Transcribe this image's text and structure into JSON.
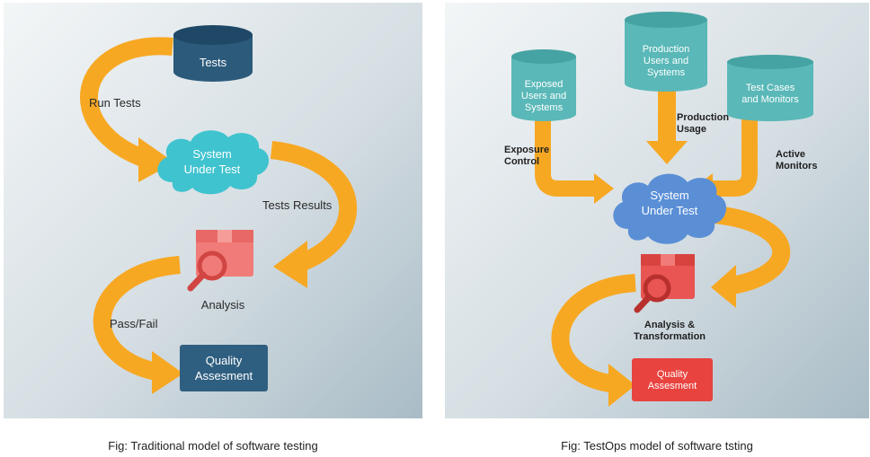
{
  "left": {
    "tests": "Tests",
    "run_tests": "Run Tests",
    "sut_line1": "System",
    "sut_line2": "Under Test",
    "tests_results": "Tests Results",
    "analysis": "Analysis",
    "pass_fail": "Pass/Fail",
    "quality_line1": "Quality",
    "quality_line2": "Assesment",
    "caption": "Fig: Traditional model of software testing"
  },
  "right": {
    "exposed_line1": "Exposed",
    "exposed_line2": "Users and",
    "exposed_line3": "Systems",
    "production_line1": "Production",
    "production_line2": "Users and",
    "production_line3": "Systems",
    "testcases_line1": "Test Cases",
    "testcases_line2": "and Monitors",
    "production_usage_line1": "Production",
    "production_usage_line2": "Usage",
    "exposure_line1": "Exposure",
    "exposure_line2": "Control",
    "active_line1": "Active",
    "active_line2": "Monitors",
    "sut_line1": "System",
    "sut_line2": "Under Test",
    "analysis_line1": "Analysis &",
    "analysis_line2": "Transformation",
    "quality_line1": "Quality",
    "quality_line2": "Assesment",
    "caption": "Fig: TestOps model of software tsting"
  },
  "colors": {
    "arrow": "#f7a823",
    "db_dark": "#2c5a7a",
    "db_teal": "#5ab8b8",
    "cloud_teal": "#3fc3cf",
    "cloud_blue": "#5a8fd6",
    "analysis_pink": "#f07b78",
    "analysis_red": "#e85552",
    "quality_dark": "#2f5f80",
    "quality_red": "#e8433f"
  }
}
